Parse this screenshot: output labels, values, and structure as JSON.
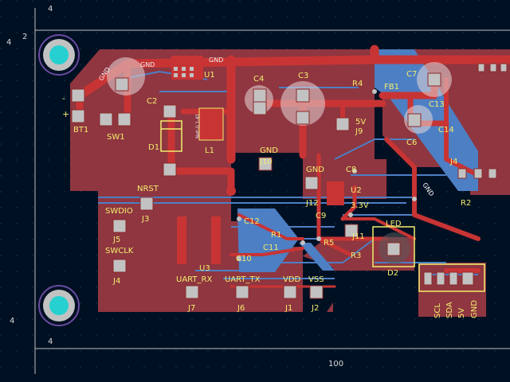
{
  "dimensions": {
    "top": "4",
    "left_offset": "2",
    "left_top": "4",
    "bottom_left": "4",
    "bottom_width": "4",
    "width": "100"
  },
  "marks": {
    "minus": "-",
    "plus": "+"
  },
  "labels": {
    "gnd1": "GND",
    "gnd2": "GND",
    "gnd3": "GND",
    "gnd_j10": "GND",
    "gnd_j12": "GND",
    "gnd_diag": "GND",
    "u1": "U1",
    "c2": "C2",
    "c4": "C4",
    "c3": "C3",
    "r4": "R4",
    "fb1": "FB1",
    "c7": "C7",
    "c13": "C13",
    "c6": "C6",
    "c14": "C14",
    "bt1": "BT1",
    "sw1": "SW1",
    "d1": "D1",
    "l1": "L1",
    "net_label": "Net-(L1-K)",
    "v5": "5V",
    "j9": "J9",
    "j10": "J10",
    "c8": "C8",
    "u2": "U2",
    "j12": "J12",
    "c9": "C9",
    "v33": "3.3V",
    "led": "LED",
    "j11": "J11",
    "r2": "R2",
    "nrst": "NRST",
    "j3": "J3",
    "swdio": "SWDIO",
    "j5": "J5",
    "swclk": "SWCLK",
    "j4": "J4",
    "c12": "C12",
    "r1": "R1",
    "c11": "C11",
    "r5": "R5",
    "c10": "C10",
    "r3": "R3",
    "u3": "U3",
    "d2": "D2",
    "uart_rx": "UART_RX",
    "uart_tx": "UART_TX",
    "vdd": "VDD",
    "vss": "VSS",
    "j7": "J7",
    "j6": "J6",
    "j1": "J1",
    "j2": "J2",
    "scl": "SCL",
    "sda": "SDA",
    "v5b": "5V",
    "gnd_hdr": "GND",
    "j4b": "J4"
  },
  "colors": {
    "background": "#001023",
    "copper": "#c83434",
    "board_fill": "#8f3640",
    "inner_track": "#4d7fc4",
    "pad": "#c2c2c2",
    "silk": "#f2ed6d",
    "courtyard": "#c0c0c0",
    "hole": "#26d0d0"
  }
}
